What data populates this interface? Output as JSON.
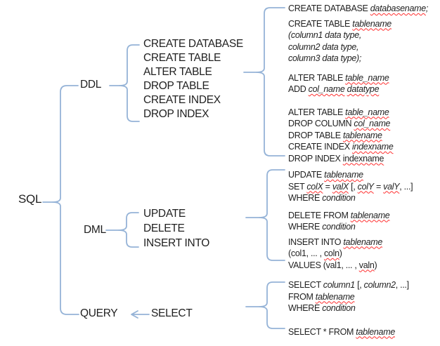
{
  "colors": {
    "connector": "#95b3d7",
    "text": "#1f1f1f",
    "squiggle": "#ff2f2f"
  },
  "root": {
    "label": "SQL"
  },
  "ddl": {
    "label": "DDL",
    "commands": [
      "CREATE DATABASE",
      "CREATE TABLE",
      "ALTER TABLE",
      "DROP TABLE",
      "CREATE INDEX",
      "DROP INDEX"
    ],
    "syntax_blocks": [
      [
        [
          {
            "t": "CREATE DATABASE ",
            "s": ""
          },
          {
            "t": "databasename",
            "s": "iu"
          },
          {
            "t": ";",
            "s": "i"
          }
        ]
      ],
      [
        [
          {
            "t": "CREATE TABLE ",
            "s": ""
          },
          {
            "t": "tablename",
            "s": "iu"
          }
        ],
        [
          {
            "t": "(column1 data type,",
            "s": "i"
          }
        ],
        [
          {
            "t": "column2 data type,",
            "s": "i"
          }
        ],
        [
          {
            "t": "column3 data type);",
            "s": "i"
          }
        ]
      ],
      [
        [
          {
            "t": "ALTER TABLE ",
            "s": ""
          },
          {
            "t": "table_name",
            "s": "iu"
          }
        ],
        [
          {
            "t": "ADD ",
            "s": ""
          },
          {
            "t": "col_name",
            "s": "iu"
          },
          {
            "t": " ",
            "s": ""
          },
          {
            "t": "datatype",
            "s": "iu"
          }
        ]
      ],
      [
        [
          {
            "t": "ALTER TABLE ",
            "s": ""
          },
          {
            "t": "table_name",
            "s": "iu"
          }
        ],
        [
          {
            "t": "DROP COLUMN ",
            "s": ""
          },
          {
            "t": "col_name",
            "s": "iu"
          }
        ],
        [
          {
            "t": "DROP TABLE ",
            "s": ""
          },
          {
            "t": "tablename",
            "s": "iu"
          }
        ],
        [
          {
            "t": "CREATE INDEX ",
            "s": ""
          },
          {
            "t": "indexname",
            "s": "iu"
          }
        ],
        [
          {
            "t": "DROP INDEX ",
            "s": ""
          },
          {
            "t": "indexname",
            "s": "u"
          }
        ]
      ]
    ]
  },
  "dml": {
    "label": "DML",
    "commands": [
      "UPDATE",
      "DELETE",
      "INSERT INTO"
    ],
    "syntax_blocks": [
      [
        [
          {
            "t": "UPDATE ",
            "s": ""
          },
          {
            "t": "tablename",
            "s": "iu"
          }
        ],
        [
          {
            "t": "SET ",
            "s": ""
          },
          {
            "t": "colX",
            "s": "iu"
          },
          {
            "t": " = ",
            "s": ""
          },
          {
            "t": "valX",
            "s": "iu"
          },
          {
            "t": " [, ",
            "s": ""
          },
          {
            "t": "colY",
            "s": "iu"
          },
          {
            "t": " = ",
            "s": ""
          },
          {
            "t": "valY",
            "s": "iu"
          },
          {
            "t": ", ...]",
            "s": ""
          }
        ],
        [
          {
            "t": "WHERE ",
            "s": ""
          },
          {
            "t": "condition",
            "s": "i"
          }
        ]
      ],
      [
        [
          {
            "t": "DELETE FROM ",
            "s": ""
          },
          {
            "t": "tablename",
            "s": "iu"
          }
        ],
        [
          {
            "t": "WHERE ",
            "s": ""
          },
          {
            "t": "condition",
            "s": "i"
          }
        ]
      ],
      [
        [
          {
            "t": "INSERT INTO ",
            "s": ""
          },
          {
            "t": "tablename",
            "s": "iu"
          }
        ],
        [
          {
            "t": "(col1, ... , ",
            "s": ""
          },
          {
            "t": "coln",
            "s": "u"
          },
          {
            "t": ")",
            "s": ""
          }
        ],
        [
          {
            "t": "VALUES (val1, ... , ",
            "s": ""
          },
          {
            "t": "valn",
            "s": "u"
          },
          {
            "t": ")",
            "s": ""
          }
        ]
      ]
    ]
  },
  "query": {
    "label": "QUERY",
    "command": "SELECT",
    "syntax_blocks": [
      [
        [
          {
            "t": "SELECT ",
            "s": ""
          },
          {
            "t": "column1",
            "s": "i"
          },
          {
            "t": " [, ",
            "s": ""
          },
          {
            "t": "column2",
            "s": "i"
          },
          {
            "t": ", ...]",
            "s": ""
          }
        ],
        [
          {
            "t": "FROM ",
            "s": ""
          },
          {
            "t": "tablename",
            "s": "iu"
          }
        ],
        [
          {
            "t": "WHERE ",
            "s": ""
          },
          {
            "t": "condition",
            "s": "i"
          }
        ]
      ],
      [
        [
          {
            "t": "SELECT * FROM ",
            "s": ""
          },
          {
            "t": "tablename",
            "s": "iu"
          }
        ]
      ]
    ]
  }
}
